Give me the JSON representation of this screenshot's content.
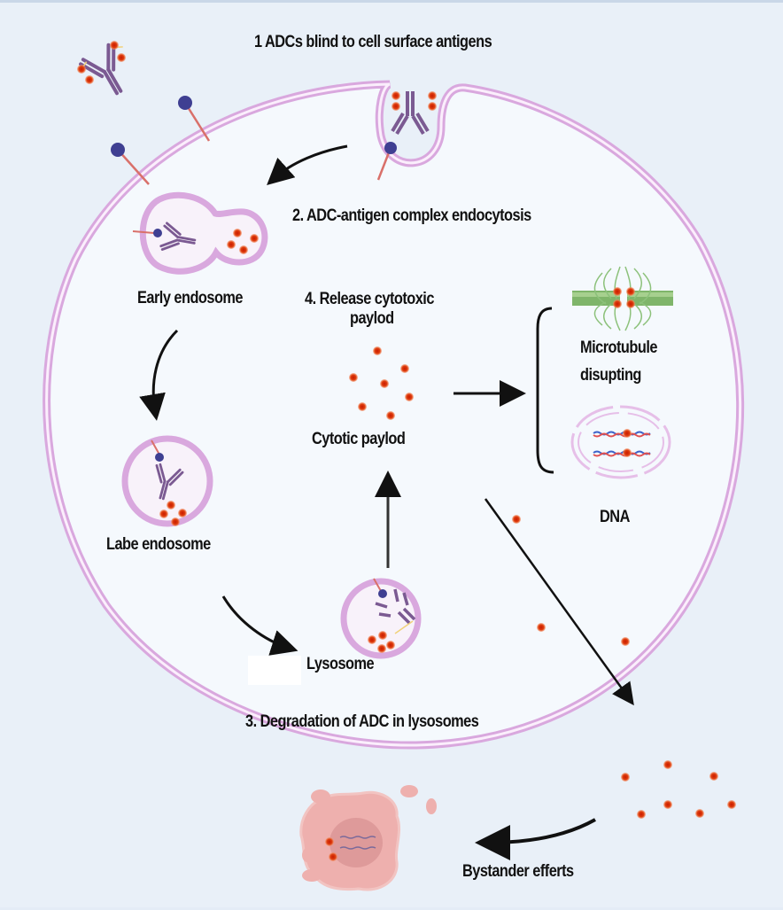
{
  "title": "ADC mechanism of action",
  "labels": {
    "step1": "1 ADCs blind to cell surface antigens",
    "step2": "2. ADC-antigen complex endocytosis",
    "early_endosome": "Early endosome",
    "step4_line1": "4. Release cytotoxic",
    "step4_line2": "paylod",
    "cytotoxic_payload": "Cytotic paylod",
    "microtubule_line1": "Microtubule",
    "microtubule_line2": "disupting",
    "dna": "DNA",
    "late_endosome": "Labe endosome",
    "lysosome": "Lysosome",
    "step3": "3. Degradation of ADC in lysosomes",
    "bystander": "Bystander efferts"
  },
  "colors": {
    "background": "#e9f0f8",
    "cell_interior": "#f5f9fd",
    "membrane": "#d9a8de",
    "antibody": "#7b5a92",
    "antigen_head": "#3f3f92",
    "antigen_stalk": "#d9706a",
    "payload": "#d43a0c",
    "microtubule": "#7fb56a",
    "dying_cell": "#eeb0ae",
    "arrow": "#111111"
  }
}
